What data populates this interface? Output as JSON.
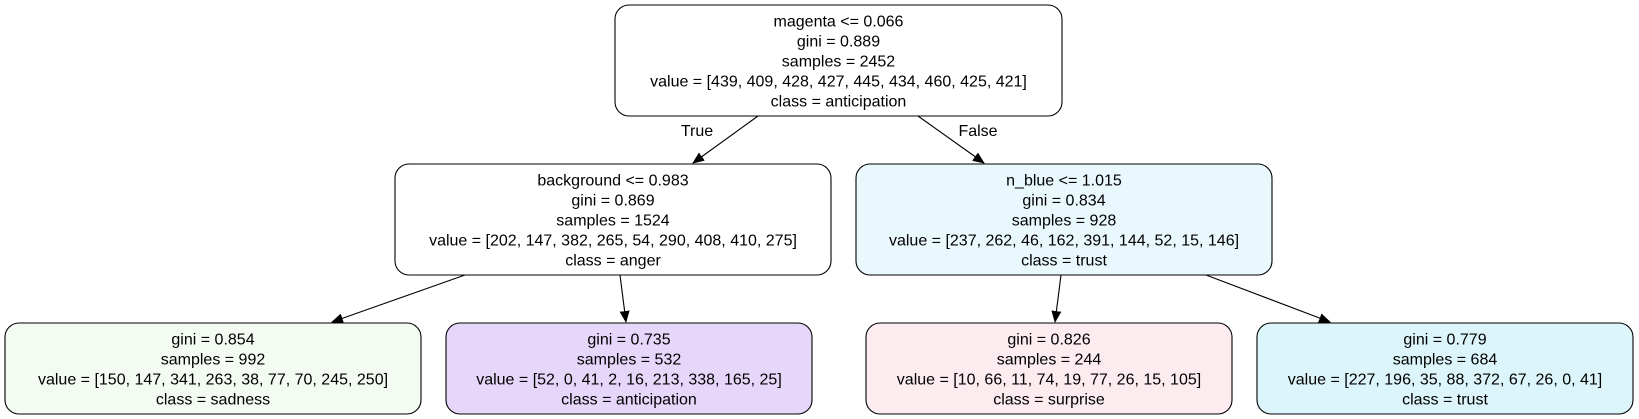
{
  "nodes": [
    {
      "id": "root",
      "fill": "#ffffff",
      "lines": [
        "magenta <= 0.066",
        "gini = 0.889",
        "samples = 2452",
        "value = [439, 409, 428, 427, 445, 434, 460, 425, 421]",
        "class = anticipation"
      ]
    },
    {
      "id": "left",
      "fill": "#ffffff",
      "lines": [
        "background <= 0.983",
        "gini = 0.869",
        "samples = 1524",
        "value = [202, 147, 382, 265, 54, 290, 408, 410, 275]",
        "class = anger"
      ]
    },
    {
      "id": "right",
      "fill": "#e8f8fc",
      "lines": [
        "n_blue <= 1.015",
        "gini = 0.834",
        "samples = 928",
        "value = [237, 262, 46, 162, 391, 144, 52, 15, 146]",
        "class = trust"
      ]
    },
    {
      "id": "leaf-sadness",
      "fill": "#f4fbf2",
      "lines": [
        "gini = 0.854",
        "samples = 992",
        "value = [150, 147, 341, 263, 38, 77, 70, 245, 250]",
        "class = sadness"
      ]
    },
    {
      "id": "leaf-anticipation",
      "fill": "#e6d7fa",
      "lines": [
        "gini = 0.735",
        "samples = 532",
        "value = [52, 0, 41, 2, 16, 213, 338, 165, 25]",
        "class = anticipation"
      ]
    },
    {
      "id": "leaf-surprise",
      "fill": "#fcebef",
      "lines": [
        "gini = 0.826",
        "samples = 244",
        "value = [10, 66, 11, 74, 19, 77, 26, 15, 105]",
        "class = surprise"
      ]
    },
    {
      "id": "leaf-trust",
      "fill": "#dcf5fa",
      "lines": [
        "gini = 0.779",
        "samples = 684",
        "value = [227, 196, 35, 88, 372, 67, 26, 0, 41]",
        "class = trust"
      ]
    }
  ],
  "edges": [
    {
      "from": "root",
      "to": "left",
      "label": "True"
    },
    {
      "from": "root",
      "to": "right",
      "label": "False"
    },
    {
      "from": "left",
      "to": "leaf-sadness",
      "label": ""
    },
    {
      "from": "left",
      "to": "leaf-anticipation",
      "label": ""
    },
    {
      "from": "right",
      "to": "leaf-surprise",
      "label": ""
    },
    {
      "from": "right",
      "to": "leaf-trust",
      "label": ""
    }
  ]
}
